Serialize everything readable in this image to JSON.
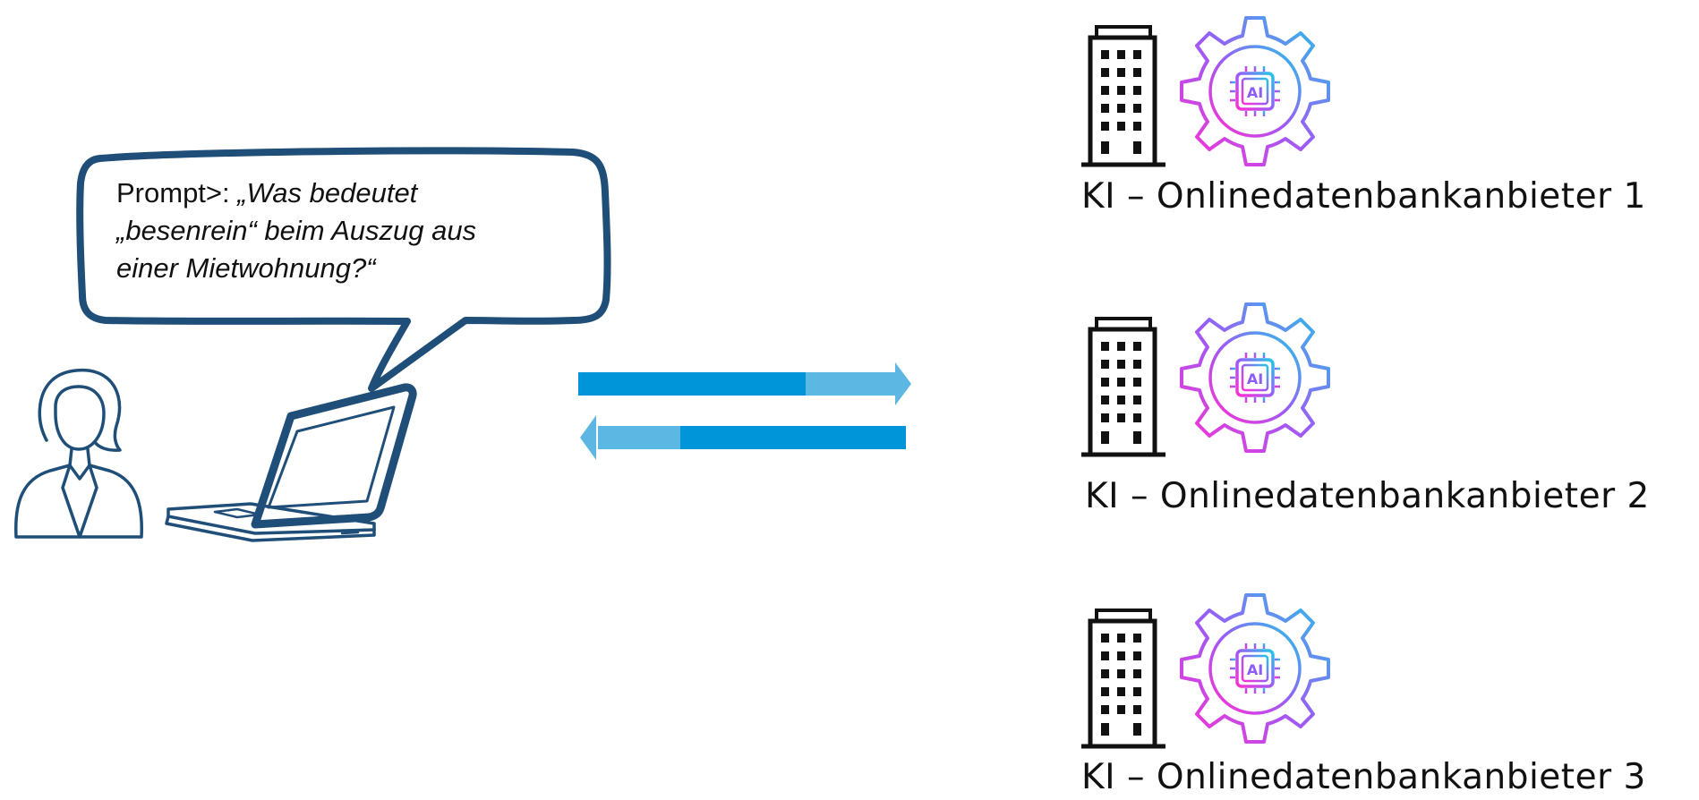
{
  "prompt": {
    "label": "Prompt>: ",
    "question_line1": "„Was bedeutet",
    "question_line2": "„besenrein“ beim Auszug aus",
    "question_line3": "einer Mietwohnung?“"
  },
  "providers": [
    {
      "label": "KI – Onlinedatenbankanbieter 1",
      "icons": [
        "building-icon",
        "ai-gear-icon"
      ]
    },
    {
      "label": "KI – Onlinedatenbankanbieter 2",
      "icons": [
        "building-icon",
        "ai-gear-icon"
      ]
    },
    {
      "label": "KI – Onlinedatenbankanbieter 3",
      "icons": [
        "building-icon",
        "ai-gear-icon"
      ]
    }
  ],
  "ai_chip_text": "AI",
  "colors": {
    "bubble_stroke": "#1f4e79",
    "arrow_blue": "#0095d9",
    "arrow_light": "#4fb3e0",
    "gradient_start": "#ff3bd4",
    "gradient_mid": "#a855f7",
    "gradient_end": "#22c7e8"
  }
}
